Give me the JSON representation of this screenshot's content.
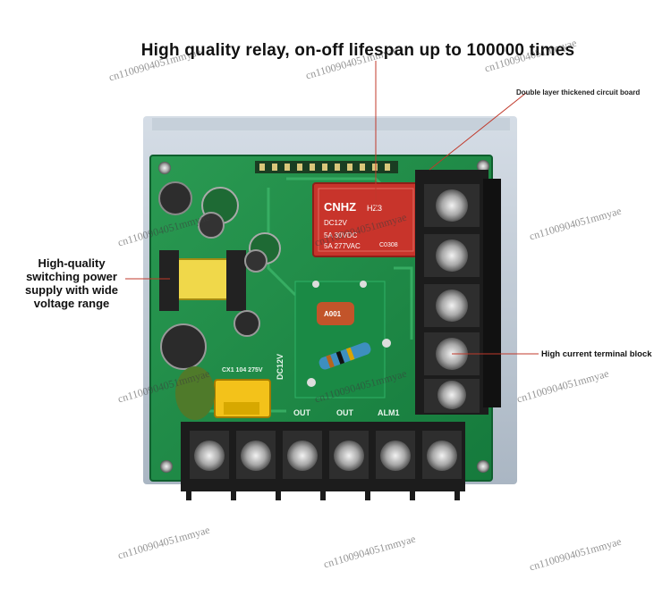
{
  "headline": "High quality relay, on-off lifespan up to 100000 times",
  "callouts": {
    "pcb": "Double layer thickened circuit board",
    "power": [
      "High-quality",
      "switching power",
      "supply with wide",
      "voltage range"
    ],
    "terminal": "High current terminal block"
  },
  "relay": {
    "brand": "CNHZ",
    "model": "HZ3",
    "coil": "DC12V",
    "rating1": "5A 30VDC",
    "rating2": "5A 277VAC",
    "code": "C0308"
  },
  "board_labels": {
    "out1": "OUT",
    "out2": "OUT",
    "alm1": "ALM1",
    "dc12v": "DC12V",
    "cap_label": "CX1 104 275V",
    "resistor": "A001"
  },
  "watermark": "cn1100904051mmyae",
  "colors": {
    "pcb": "#1f8f4a",
    "terminal": "#1c1c1c",
    "casing": "#b9c3cf",
    "relay": "#c8342b",
    "leader": "#c0392b"
  }
}
